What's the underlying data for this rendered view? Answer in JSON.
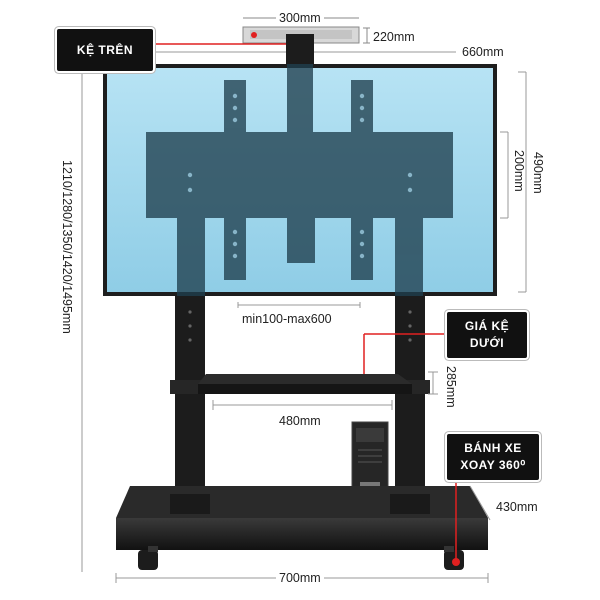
{
  "labels": {
    "top_shelf": "KỆ TRÊN",
    "bottom_shelf_line1": "GIÁ KỆ",
    "bottom_shelf_line2": "DƯỚI",
    "wheels_line1": "BÁNH XE",
    "wheels_line2": "XOAY 360⁰"
  },
  "dimensions": {
    "top_shelf_width": "300mm",
    "top_shelf_depth": "220mm",
    "screen_width": "660mm",
    "screen_height": "490mm",
    "bracket_height": "200mm",
    "bracket_width": "min100-max600",
    "total_height": "1210/1280/1350/1420/1495mm",
    "shelf_width": "480mm",
    "shelf_height": "285mm",
    "base_depth": "430mm",
    "base_width": "700mm"
  },
  "colors": {
    "callout_bg": "#111111",
    "accent_red": "#e02020",
    "frame": "#1e1e1e",
    "screen": "#a9d9ee"
  }
}
